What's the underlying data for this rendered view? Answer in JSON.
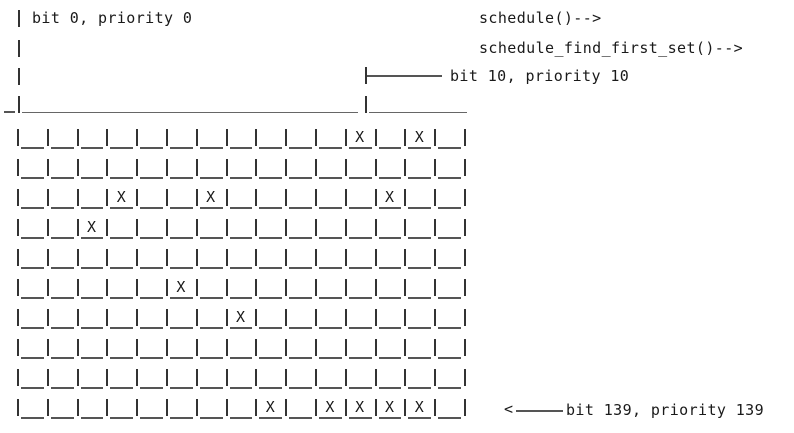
{
  "diagram": {
    "title_note": "ASCII art of a scheduler priority bitmap",
    "annotations": {
      "top_left_label": "bit 0, priority 0",
      "schedule_label": "schedule()-->",
      "find_first_set_label": "schedule_find_first_set()-->",
      "bit10_label": "bit 10, priority 10",
      "bit139_label": "bit 139, priority 139",
      "arrow_left_glyph": "<"
    },
    "grid": {
      "columns": 15,
      "rows": 10,
      "mark_glyph": "X",
      "marked_cells": [
        [
          11,
          13
        ],
        [],
        [
          3,
          6,
          12
        ],
        [
          2
        ],
        [],
        [
          5
        ],
        [
          7
        ],
        [],
        [],
        [
          8,
          10,
          11,
          12,
          13
        ]
      ]
    },
    "colors": {
      "ink": "#1a1a1a",
      "rule": "#555555",
      "bar": "#333333",
      "background": "#ffffff"
    }
  }
}
